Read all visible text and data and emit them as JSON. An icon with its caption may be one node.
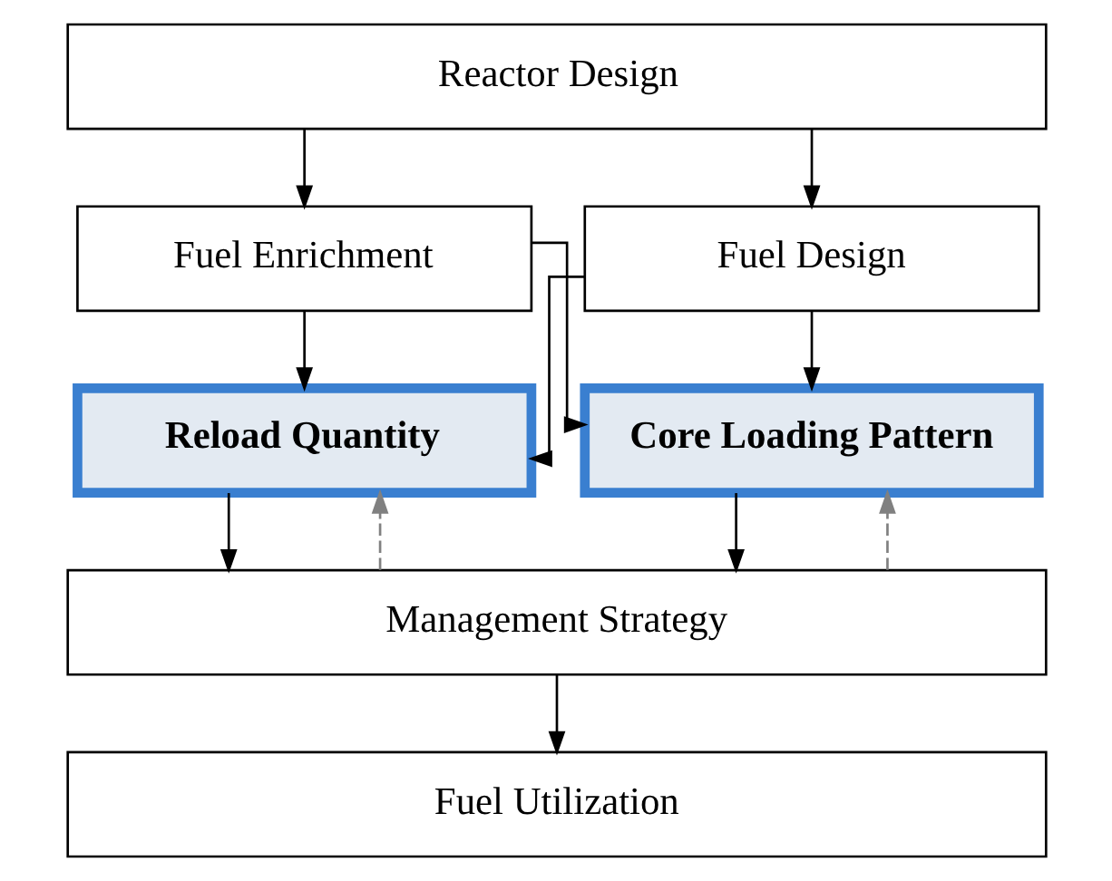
{
  "diagram": {
    "nodes": [
      {
        "text": [
          "Reactor Design"
        ]
      },
      {
        "text": [
          "Fuel Enrichment"
        ]
      },
      {
        "text": [
          "Fuel Design"
        ]
      },
      {
        "text": [
          "Reload Quantity"
        ]
      },
      {
        "text": [
          "Core Loading Pattern"
        ]
      },
      {
        "text": [
          "Management Strategy"
        ]
      },
      {
        "text": [
          "Fuel Utilization"
        ]
      }
    ],
    "edges": [
      {
        "from": 0,
        "to": 1,
        "arrow": "to"
      },
      {
        "from": 0,
        "to": 2,
        "arrow": "to"
      },
      {
        "from": 1,
        "to": 3,
        "arrow": "to"
      },
      {
        "from": 1,
        "to": 4,
        "arrow": "to"
      },
      {
        "from": 2,
        "to": 3,
        "arrow": "to"
      },
      {
        "from": 2,
        "to": 4,
        "arrow": "to"
      },
      {
        "from": 3,
        "to": 5,
        "arrow": "to"
      },
      {
        "from": 4,
        "to": 5,
        "arrow": "to"
      },
      {
        "from": 5,
        "to": 6,
        "arrow": "to"
      },
      {
        "from": 5,
        "to": 3,
        "arrow": "to",
        "style": "dashed",
        "color": "#808080"
      },
      {
        "from": 5,
        "to": 4,
        "arrow": "to",
        "style": "dashed",
        "color": "#808080"
      }
    ]
  }
}
